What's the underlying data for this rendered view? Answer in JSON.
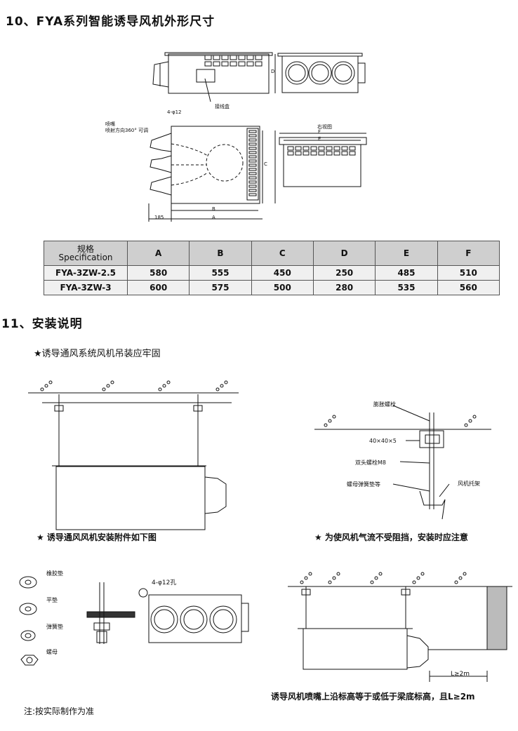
{
  "section10": {
    "title": "10、FYA系列智能诱导风机外形尺寸"
  },
  "drawing_labels": {
    "junction_box": "接线盒",
    "d": "D",
    "holes": "4-φ12",
    "nozzle": "喷嘴",
    "nozzle_dir": "喷射方向360° 可调",
    "right_view": "右视图",
    "f": "F",
    "e": "E",
    "c": "C",
    "b": "B",
    "a": "A",
    "dim185": "185"
  },
  "table": {
    "header": {
      "spec_cn": "规格",
      "spec_en": "Specification",
      "cols": [
        "A",
        "B",
        "C",
        "D",
        "E",
        "F"
      ]
    },
    "rows": [
      {
        "name": "FYA-3ZW-2.5",
        "values": [
          "580",
          "555",
          "450",
          "250",
          "485",
          "510"
        ]
      },
      {
        "name": "FYA-3ZW-3",
        "values": [
          "600",
          "575",
          "500",
          "280",
          "535",
          "560"
        ]
      }
    ]
  },
  "section11": {
    "title": "11、安装说明",
    "note1": "★诱导通风系统风机吊装应牢固",
    "cap_left": "★ 诱导通风风机安装附件如下图",
    "cap_right": "★ 为使风机气流不受阻挡，安装时应注意",
    "labels_right": {
      "bolt": "膨胀螺栓",
      "angle": "40×40×5",
      "stud": "双头螺栓M8",
      "washer": "螺母弹簧垫等",
      "bracket": "风机托架"
    },
    "parts": {
      "rubber": "橡胶垫",
      "flat": "平垫",
      "spring": "弹簧垫",
      "nut": "螺母"
    },
    "holes12": "4-φ12孔",
    "dim_l": "L≥2m",
    "cap_bottom": "诱导风机喷嘴上沿标高等于或低于梁底标高，且L≥2m",
    "footnote": "注:按实际制作为准"
  }
}
